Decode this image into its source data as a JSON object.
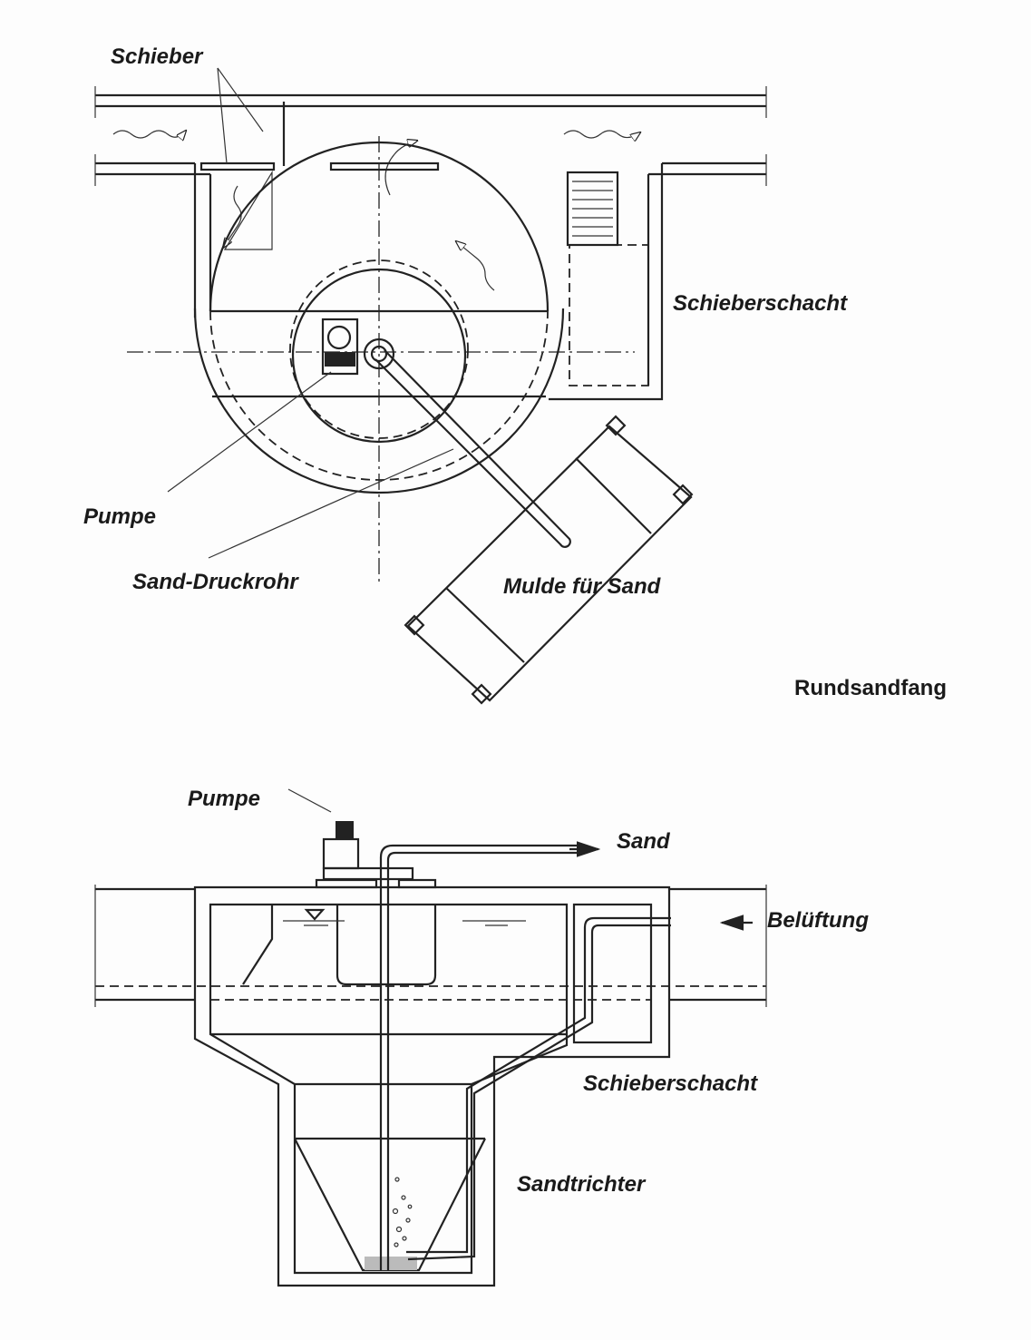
{
  "top_view": {
    "title": "Rundsandfang",
    "labels": {
      "schieber": "Schieber",
      "schieberschacht": "Schieberschacht",
      "pumpe": "Pumpe",
      "sand_druckrohr": "Sand-Druckrohr",
      "mulde": "Mulde für Sand"
    }
  },
  "section_view": {
    "labels": {
      "pumpe": "Pumpe",
      "sand": "Sand",
      "belueftung": "Belüftung",
      "schieberschacht": "Schieberschacht",
      "sandtrichter": "Sandtrichter"
    }
  }
}
